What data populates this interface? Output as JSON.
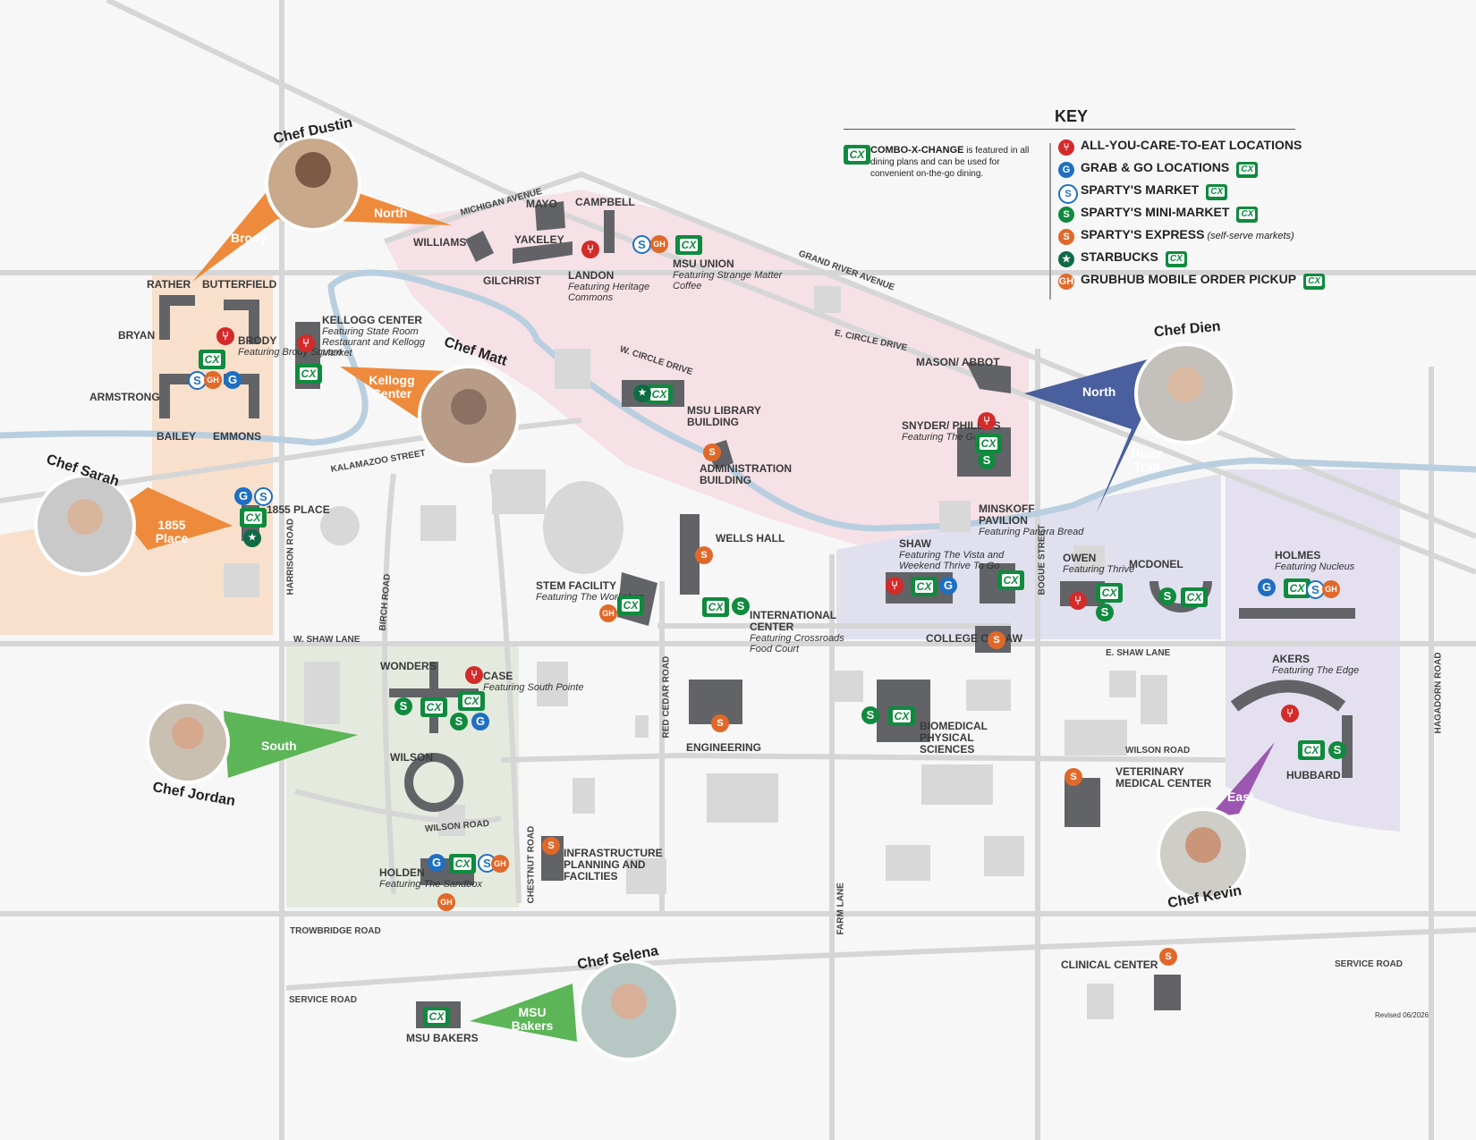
{
  "key": {
    "title": "KEY",
    "cx_note_bold": "COMBO-X-CHANGE",
    "cx_note_text": "is featured in all dining plans and can be used for convenient on-the-go dining.",
    "items": [
      {
        "label": "ALL-YOU-CARE-TO-EAT LOCATIONS",
        "suffix": "",
        "icon": "fork-knife-icon",
        "cx": false
      },
      {
        "label": "GRAB & GO LOCATIONS",
        "suffix": "",
        "icon": "grab-go-icon",
        "cx": true
      },
      {
        "label": "SPARTY'S MARKET",
        "suffix": "",
        "icon": "spartys-market-icon",
        "cx": true
      },
      {
        "label": "SPARTY'S MINI-MARKET",
        "suffix": "",
        "icon": "spartys-mini-market-icon",
        "cx": true
      },
      {
        "label": "SPARTY'S EXPRESS",
        "suffix": "(self-serve markets)",
        "icon": "spartys-express-icon",
        "cx": false
      },
      {
        "label": "STARBUCKS",
        "suffix": "",
        "icon": "starbucks-icon",
        "cx": true
      },
      {
        "label": "GRUBHUB MOBILE ORDER PICKUP",
        "suffix": "",
        "icon": "grubhub-icon",
        "cx": true
      }
    ],
    "colors": {
      "cx": "#0f8a3e",
      "ayce": "#d32a2a",
      "gg": "#1e6fc2",
      "express": "#e0692a",
      "starbucks": "#0f6b45"
    }
  },
  "icon_glyphs": {
    "cx": "CX",
    "ayce": "⑂",
    "gg": "G",
    "sm": "S",
    "smm": "S",
    "se": "S",
    "sb": "★",
    "gh": "GH"
  },
  "chefs": [
    {
      "name": "Chef Dustin",
      "pointer1": "Brody",
      "pointer2": "North"
    },
    {
      "name": "Chef Matt",
      "pointer1": "Kellogg Center",
      "pointer2": ""
    },
    {
      "name": "Chef Sarah",
      "pointer1": "1855 Place",
      "pointer2": ""
    },
    {
      "name": "Chef Dien",
      "pointer1": "North",
      "pointer2": "River Trail"
    },
    {
      "name": "Chef Jordan",
      "pointer1": "South",
      "pointer2": ""
    },
    {
      "name": "Chef Selena",
      "pointer1": "MSU Bakers",
      "pointer2": ""
    },
    {
      "name": "Chef Kevin",
      "pointer1": "East",
      "pointer2": ""
    }
  ],
  "roads": [
    "MICHIGAN AVENUE",
    "GRAND RIVER AVENUE",
    "E. CIRCLE DRIVE",
    "W. CIRCLE DRIVE",
    "KALAMAZOO STREET",
    "HARRISON ROAD",
    "BIRCH ROAD",
    "W. SHAW LANE",
    "RED CEDAR ROAD",
    "BOGUE STREET",
    "E. SHAW LANE",
    "WILSON ROAD",
    "WILSON ROAD",
    "CHESTNUT ROAD",
    "FARM LANE",
    "TROWBRIDGE ROAD",
    "SERVICE ROAD",
    "SERVICE ROAD",
    "HAGADORN ROAD"
  ],
  "buildings": {
    "williams": "WILLIAMS",
    "mayo": "MAYO",
    "campbell": "CAMPBELL",
    "yakeley": "YAKELEY",
    "gilchrist": "GILCHRIST",
    "landon": "LANDON",
    "landon_feat": "Featuring Heritage Commons",
    "union": "MSU UNION",
    "union_feat": "Featuring Strange Matter Coffee",
    "rather": "RATHER",
    "butterfield": "BUTTERFIELD",
    "bryan": "BRYAN",
    "brody": "BRODY",
    "brody_feat": "Featuring Brody Square",
    "armstrong": "ARMSTRONG",
    "bailey": "BAILEY",
    "emmons": "EMMONS",
    "kellogg": "KELLOGG CENTER",
    "kellogg_feat": "Featuring State Room Restaurant and Kellogg Market",
    "library": "MSU LIBRARY BUILDING",
    "admin": "ADMINISTRATION BUILDING",
    "mason": "MASON/ ABBOT",
    "snyder": "SNYDER/ PHILLIPS",
    "snyder_feat": "Featuring The Gallery",
    "place1855": "1855 PLACE",
    "wells": "WELLS HALL",
    "stem": "STEM FACILITY",
    "stem_feat": "Featuring The Workshop",
    "international": "INTERNATIONAL CENTER",
    "international_feat": "Featuring Crossroads Food Court",
    "minskoff": "MINSKOFF PAVILION",
    "minskoff_feat": "Featuring Panera Bread",
    "shaw": "SHAW",
    "shaw_feat": "Featuring The Vista and Weekend Thrive To Go",
    "owen": "OWEN",
    "owen_feat": "Featuring Thrive",
    "mcdonel": "MCDONEL",
    "holmes": "HOLMES",
    "holmes_feat": "Featuring Nucleus",
    "law": "COLLEGE OF LAW",
    "wonders": "WONDERS",
    "case": "CASE",
    "case_feat": "Featuring South Pointe",
    "wilson": "WILSON",
    "engineering": "ENGINEERING",
    "biomedical": "BIOMEDICAL PHYSICAL SCIENCES",
    "akers": "AKERS",
    "akers_feat": "Featuring The Edge",
    "hubbard": "HUBBARD",
    "vet": "VETERINARY MEDICAL CENTER",
    "holden": "HOLDEN",
    "holden_feat": "Featuring The Sandbox",
    "infra": "INFRASTRUCTURE PLANNING AND FACILTIES",
    "clinical": "CLINICAL CENTER",
    "bakers": "MSU BAKERS"
  },
  "revised": "Revised 06/2026"
}
